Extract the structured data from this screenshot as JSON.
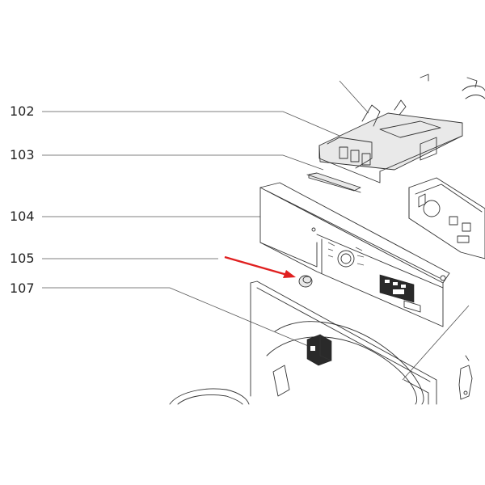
{
  "callouts": [
    {
      "id": "102",
      "label": "102"
    },
    {
      "id": "103",
      "label": "103"
    },
    {
      "id": "104",
      "label": "104"
    },
    {
      "id": "105",
      "label": "105"
    },
    {
      "id": "107",
      "label": "107"
    }
  ],
  "colors": {
    "highlight_arrow": "#e02020",
    "line": "#555555",
    "text": "#222222"
  }
}
